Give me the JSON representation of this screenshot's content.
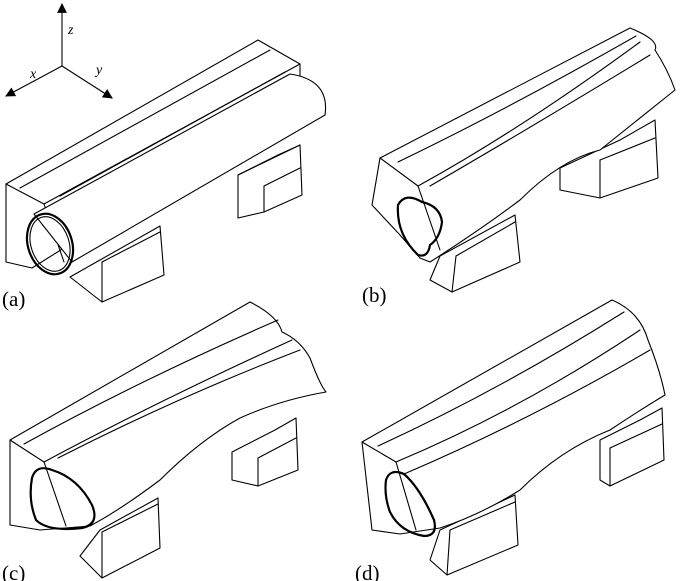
{
  "axes": {
    "z": "z",
    "x": "x",
    "y": "y"
  },
  "panels": [
    {
      "label": "(a)"
    },
    {
      "label": "(b)"
    },
    {
      "label": "(c)"
    },
    {
      "label": "(d)"
    }
  ]
}
